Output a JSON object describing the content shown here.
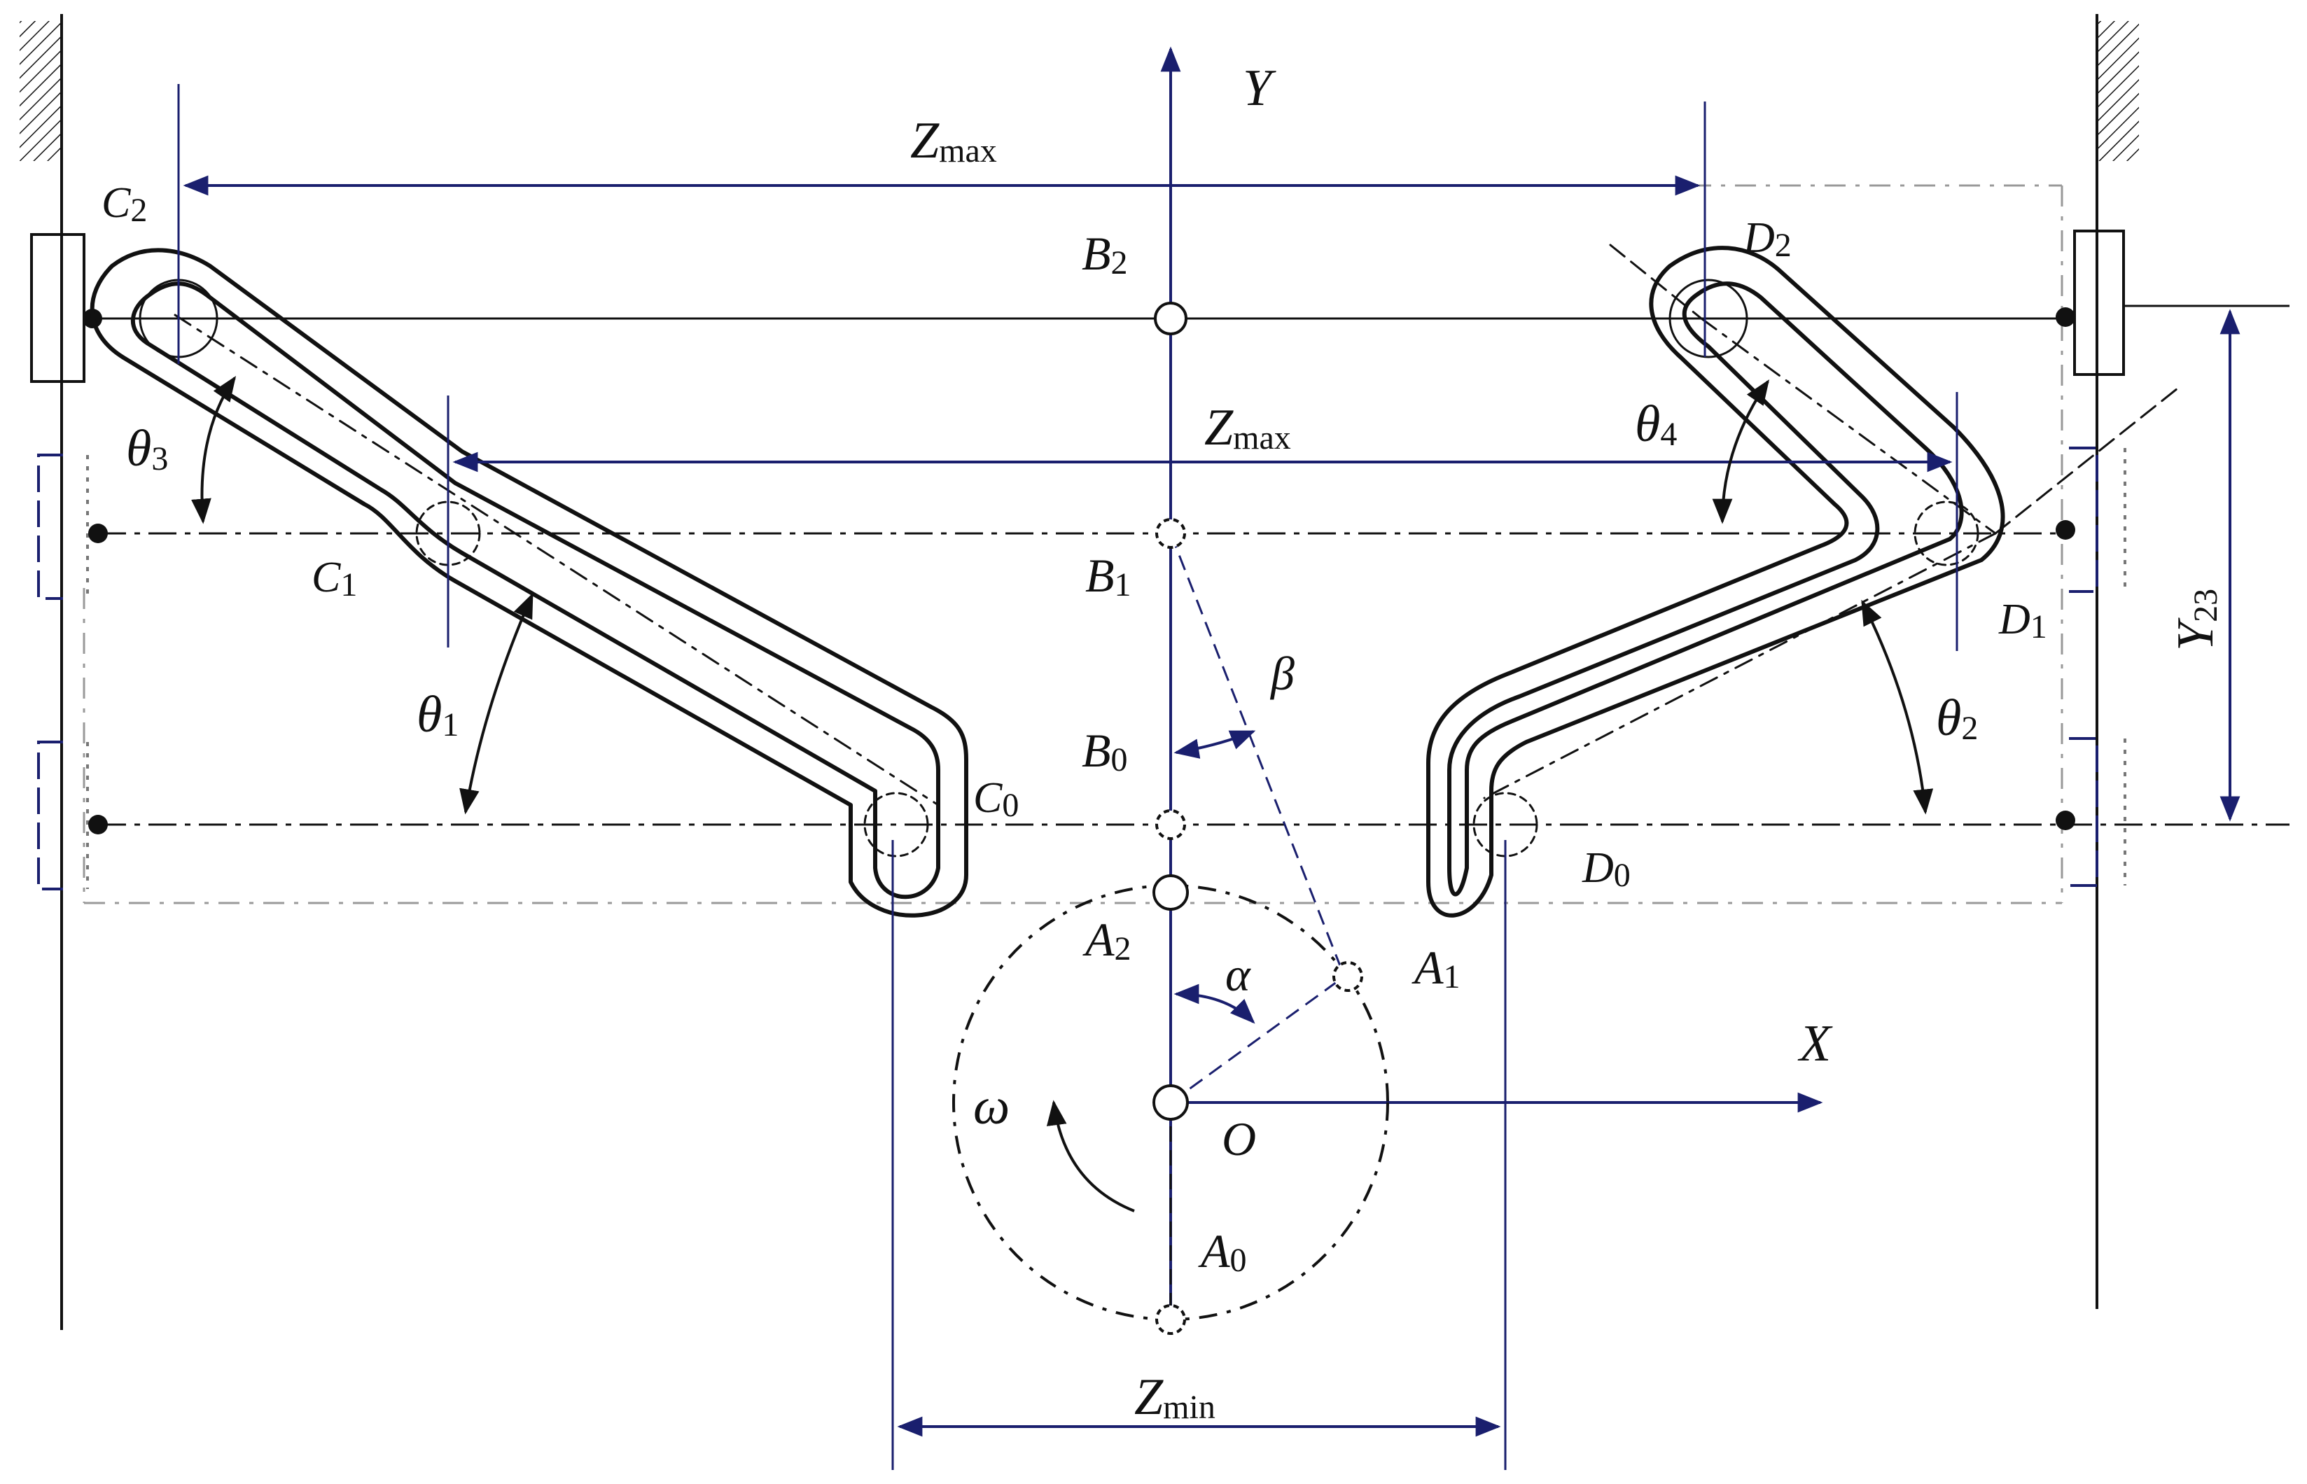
{
  "labels": {
    "y_axis": "Y",
    "x_axis": "X",
    "z_max_top": "Z",
    "z_max_top_sub": "max",
    "z_max_mid": "Z",
    "z_max_mid_sub": "max",
    "z_min": "Z",
    "z_min_sub": "min",
    "y23": "Y",
    "y23_sub": "23",
    "b2": "B",
    "b2_sub": "2",
    "b1": "B",
    "b1_sub": "1",
    "b0": "B",
    "b0_sub": "0",
    "a2": "A",
    "a2_sub": "2",
    "a1": "A",
    "a1_sub": "1",
    "a0": "A",
    "a0_sub": "0",
    "o": "O",
    "omega": "ω",
    "alpha": "α",
    "beta": "β",
    "c2": "C",
    "c2_sub": "2",
    "c1": "C",
    "c1_sub": "1",
    "c0": "C",
    "c0_sub": "0",
    "d2": "D",
    "d2_sub": "2",
    "d1": "D",
    "d1_sub": "1",
    "d0": "D",
    "d0_sub": "0",
    "theta1": "θ",
    "theta1_sub": "1",
    "theta2": "θ",
    "theta2_sub": "2",
    "theta3": "θ",
    "theta3_sub": "3",
    "theta4": "θ",
    "theta4_sub": "4"
  },
  "colors": {
    "line": "#111111",
    "dimension": "#1a1f6e",
    "background": "#ffffff"
  }
}
